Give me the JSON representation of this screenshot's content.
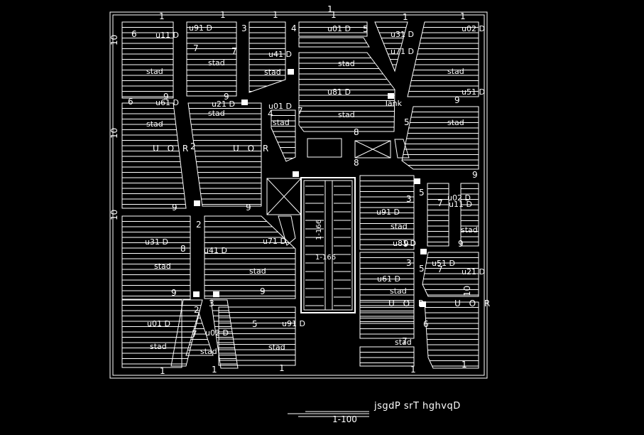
{
  "drawing": {
    "title": "jsgdP srT hghvqD",
    "scale": "1-100",
    "colors": {
      "background": "#000000",
      "line": "#ffffff"
    },
    "panel_label": "stad",
    "beam_labels": [
      "u01 D",
      "u02 D",
      "u91 D",
      "u11 D",
      "u31 D",
      "u41 D",
      "u71 D",
      "u81 D",
      "u51 D",
      "u61 D",
      "u21 D"
    ],
    "direction_labels": [
      "U O R",
      "U O R",
      "U O R",
      "U O R"
    ],
    "number_marks": [
      "1",
      "1",
      "1",
      "1",
      "1",
      "1",
      "1",
      "1",
      "1",
      "1",
      "1",
      "1",
      "2",
      "2",
      "2",
      "3",
      "3",
      "3",
      "3",
      "4",
      "4",
      "5",
      "5",
      "5",
      "5",
      "5",
      "6",
      "6",
      "6",
      "7",
      "7",
      "7",
      "7",
      "7",
      "7",
      "7",
      "8",
      "8",
      "8",
      "9",
      "9",
      "9",
      "9",
      "9",
      "9",
      "9",
      "9",
      "9",
      "9",
      "10",
      "10",
      "10",
      "10"
    ],
    "tank_label": "Tank",
    "stair_labels": [
      "1-166",
      "1-166"
    ]
  }
}
